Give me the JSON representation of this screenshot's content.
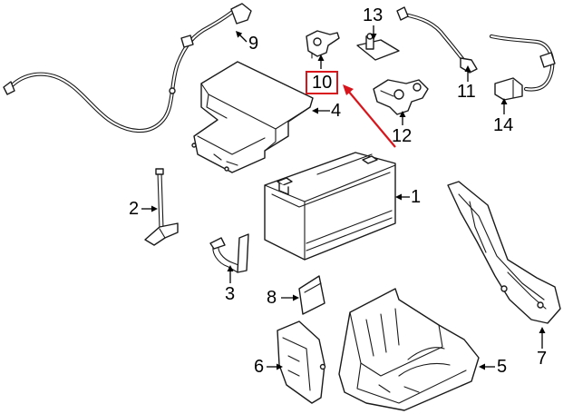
{
  "colors": {
    "line": "#1a1a1a",
    "highlight": "#d9141b",
    "background": "#ffffff"
  },
  "callouts": [
    {
      "id": "1",
      "label": "1"
    },
    {
      "id": "2",
      "label": "2"
    },
    {
      "id": "3",
      "label": "3"
    },
    {
      "id": "4",
      "label": "4"
    },
    {
      "id": "5",
      "label": "5"
    },
    {
      "id": "6",
      "label": "6"
    },
    {
      "id": "7",
      "label": "7"
    },
    {
      "id": "8",
      "label": "8"
    },
    {
      "id": "9",
      "label": "9"
    },
    {
      "id": "10",
      "label": "10",
      "highlighted": true
    },
    {
      "id": "11",
      "label": "11"
    },
    {
      "id": "12",
      "label": "12"
    },
    {
      "id": "13",
      "label": "13"
    },
    {
      "id": "14",
      "label": "14"
    }
  ]
}
